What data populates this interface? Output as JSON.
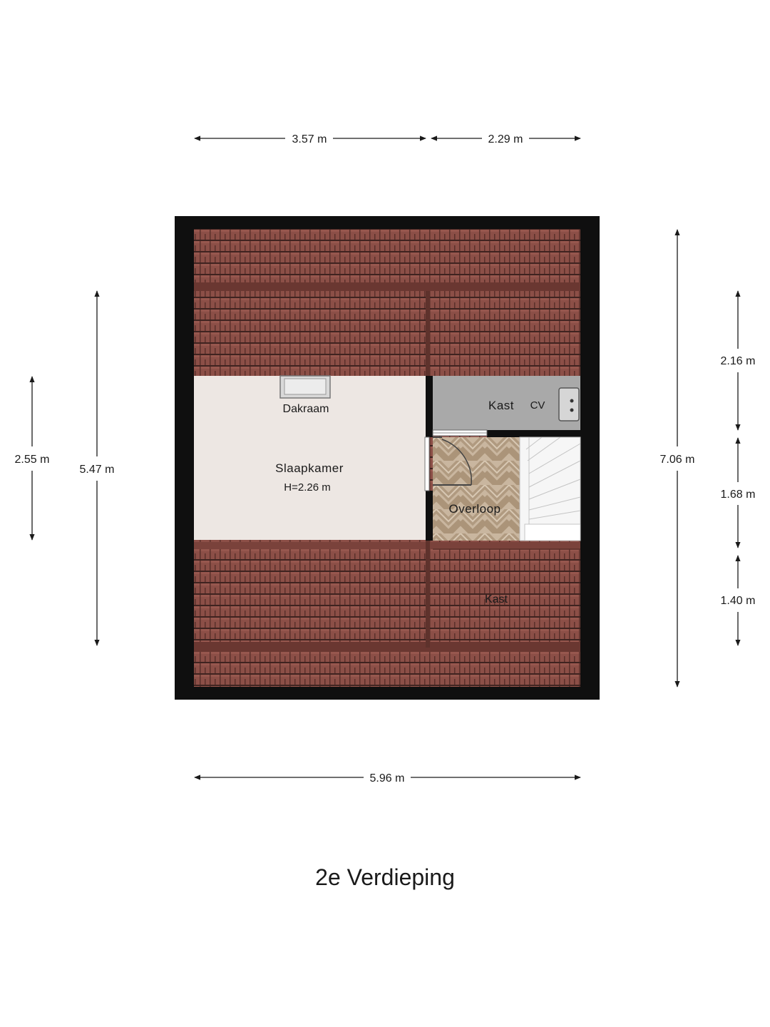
{
  "title": "2e Verdieping",
  "dimensions": {
    "top_left": "3.57 m",
    "top_right": "2.29 m",
    "bottom": "5.96 m",
    "left_outer": "2.55 m",
    "left_inner": "5.47 m",
    "right_total": "7.06 m",
    "right_top": "2.16 m",
    "right_mid": "1.68 m",
    "right_bottom": "1.40 m"
  },
  "rooms": {
    "bedroom": {
      "name": "Slaapkamer",
      "height": "H=2.26 m"
    },
    "skylight": "Dakraam",
    "closet_top": "Kast",
    "boiler": "CV",
    "landing": "Overloop",
    "closet_bottom": "Kast"
  },
  "colors": {
    "wall": "#0f0f0f",
    "roof_tile": "#8a4c45",
    "roof_line": "#3a1f1c",
    "bedroom_floor": "#ece6e2",
    "closet_floor": "#a9a9a9",
    "landing_floor": "#c8b49c",
    "stair": "#f2f2f2"
  }
}
